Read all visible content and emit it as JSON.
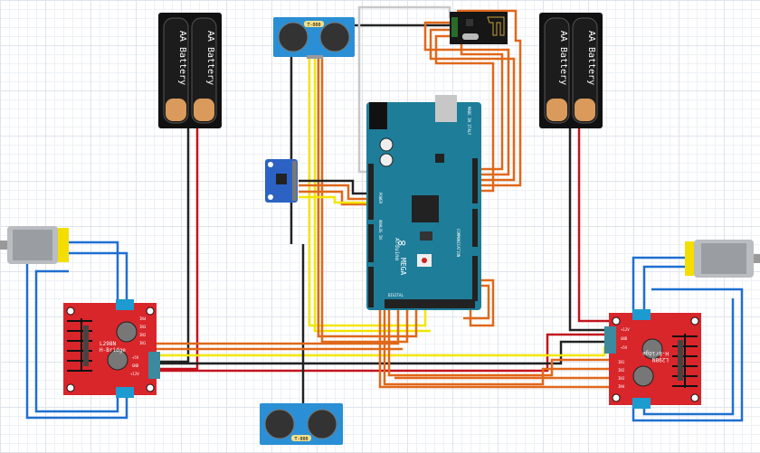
{
  "colors": {
    "board_red": "#d8262b",
    "arduino": "#1e7d99",
    "sensor_blue": "#2a8fd4",
    "wire_blue": "#1f6fd1",
    "wire_orange": "#e0681a",
    "wire_red": "#c3131f",
    "wire_black": "#222222",
    "wire_yellow": "#f2e600",
    "wire_gray": "#c8c8c8"
  },
  "battery": {
    "label": "AA Battery"
  },
  "hbridge": {
    "name": "L298N",
    "sub": "H-Bridge",
    "in4": "IN4",
    "in3": "IN3",
    "in2": "IN2",
    "in1": "IN1",
    "v5": "+5V",
    "gnd": "GND",
    "v12": "+12V"
  },
  "ultrasonic": {
    "label": "T-000"
  },
  "arduino": {
    "mega": "MEGA",
    "brand": "Arduino",
    "digital": "DIGITAL",
    "analog": "ANALOG IN",
    "power": "POWER",
    "comm": "COMMUNICATION",
    "made": "MADE IN ITALY"
  }
}
